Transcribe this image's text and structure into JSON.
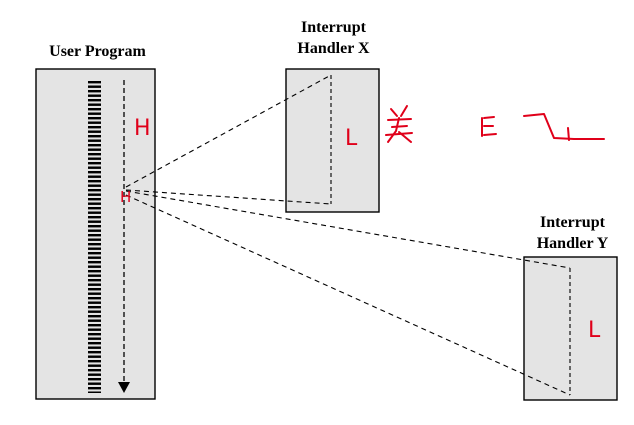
{
  "title": "",
  "labels": {
    "user_program": "User Program",
    "handler_x_line1": "Interrupt",
    "handler_x_line2": "Handler X",
    "handler_y_line1": "Interrupt",
    "handler_y_line2": "Handler Y"
  },
  "annotations": {
    "user_program_mark": "H",
    "interrupt_point_mark": "H",
    "handler_x_mark": "L",
    "handler_y_mark": "L"
  },
  "colors": {
    "box_fill": "#e4e4e4",
    "ink": "#000000",
    "handwriting": "#e0001a"
  }
}
